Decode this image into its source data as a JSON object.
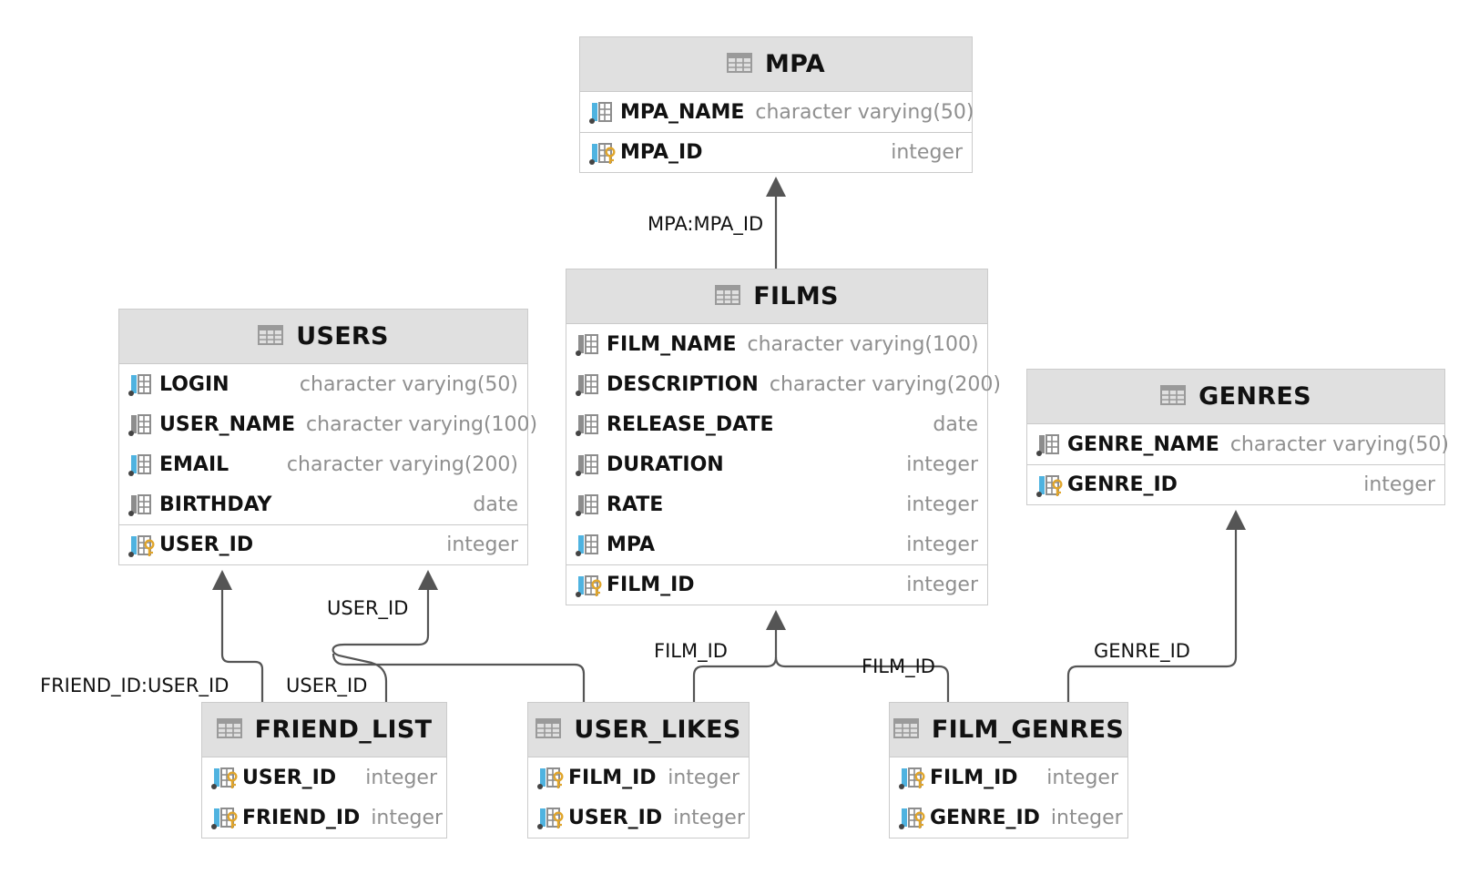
{
  "tables": {
    "mpa": {
      "name": "MPA",
      "columns": [
        {
          "name": "MPA_NAME",
          "type": "character varying(50)",
          "kind": "fk-col"
        },
        {
          "name": "MPA_ID",
          "type": "integer",
          "kind": "pk"
        }
      ]
    },
    "films": {
      "name": "FILMS",
      "columns": [
        {
          "name": "FILM_NAME",
          "type": "character varying(100)",
          "kind": "col"
        },
        {
          "name": "DESCRIPTION",
          "type": "character varying(200)",
          "kind": "col"
        },
        {
          "name": "RELEASE_DATE",
          "type": "date",
          "kind": "col"
        },
        {
          "name": "DURATION",
          "type": "integer",
          "kind": "col"
        },
        {
          "name": "RATE",
          "type": "integer",
          "kind": "col"
        },
        {
          "name": "MPA",
          "type": "integer",
          "kind": "fk-col"
        },
        {
          "name": "FILM_ID",
          "type": "integer",
          "kind": "pk"
        }
      ]
    },
    "users": {
      "name": "USERS",
      "columns": [
        {
          "name": "LOGIN",
          "type": "character varying(50)",
          "kind": "fk-col"
        },
        {
          "name": "USER_NAME",
          "type": "character varying(100)",
          "kind": "col"
        },
        {
          "name": "EMAIL",
          "type": "character varying(200)",
          "kind": "fk-col"
        },
        {
          "name": "BIRTHDAY",
          "type": "date",
          "kind": "col"
        },
        {
          "name": "USER_ID",
          "type": "integer",
          "kind": "pk"
        }
      ]
    },
    "genres": {
      "name": "GENRES",
      "columns": [
        {
          "name": "GENRE_NAME",
          "type": "character varying(50)",
          "kind": "col"
        },
        {
          "name": "GENRE_ID",
          "type": "integer",
          "kind": "pk"
        }
      ]
    },
    "friend_list": {
      "name": "FRIEND_LIST",
      "columns": [
        {
          "name": "USER_ID",
          "type": "integer",
          "kind": "pkfk"
        },
        {
          "name": "FRIEND_ID",
          "type": "integer",
          "kind": "pkfk"
        }
      ]
    },
    "user_likes": {
      "name": "USER_LIKES",
      "columns": [
        {
          "name": "FILM_ID",
          "type": "integer",
          "kind": "pkfk"
        },
        {
          "name": "USER_ID",
          "type": "integer",
          "kind": "pkfk"
        }
      ]
    },
    "film_genres": {
      "name": "FILM_GENRES",
      "columns": [
        {
          "name": "FILM_ID",
          "type": "integer",
          "kind": "pkfk"
        },
        {
          "name": "GENRE_ID",
          "type": "integer",
          "kind": "pkfk"
        }
      ]
    }
  },
  "relations": {
    "films_mpa": "MPA:MPA_ID",
    "friend_user": "FRIEND_ID:USER_ID",
    "friend_list_user": "USER_ID",
    "user_likes_user": "USER_ID",
    "user_likes_film": "FILM_ID",
    "film_genres_film": "FILM_ID",
    "film_genres_genre": "GENRE_ID"
  },
  "colors": {
    "header_bg": "#e0e0e0",
    "border": "#cbcbcb",
    "type_text": "#8f8f8f",
    "edge": "#555555",
    "icon_grey": "#8d8d8d",
    "icon_blue": "#4fb3e0",
    "icon_key": "#e0a52b"
  },
  "icons": {
    "table": "table-icon",
    "column": "column-icon",
    "primary_key": "primary-key-icon",
    "foreign_key": "foreign-key-column-icon"
  }
}
